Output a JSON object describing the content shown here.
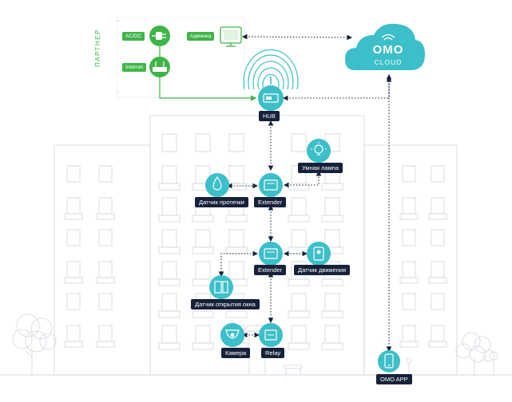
{
  "partner": {
    "title": "ПАРТНЕР",
    "acdc": "AC/DC",
    "internet": "Internet",
    "admin": "Админка"
  },
  "cloud": {
    "line1": "OMO",
    "line2": "CLOUD"
  },
  "devices": {
    "hub": "HUB",
    "lamp": "Умная лампа",
    "extender_top": "Extender",
    "leak": "Датчик протечки",
    "extender_mid": "Extender",
    "motion": "Датчик движения",
    "window": "Датчик открытия окна",
    "camera": "Камера",
    "relay": "Relay",
    "app": "OMO APP"
  },
  "colors": {
    "teal": "#3cbfc8",
    "navy": "#16223a",
    "green": "#3fb548",
    "building": "#dde2e7"
  }
}
